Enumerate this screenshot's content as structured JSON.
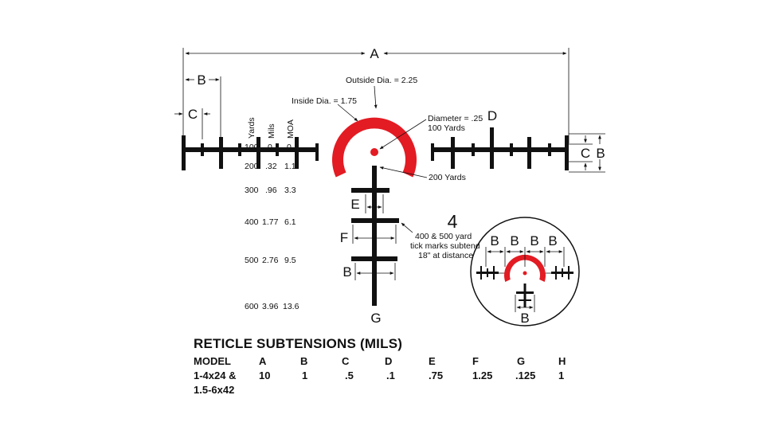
{
  "labels": {
    "A": "A",
    "B": "B",
    "C": "C",
    "D": "D",
    "E": "E",
    "F": "F",
    "G": "G",
    "big_number": "4"
  },
  "annotations": {
    "outside_dia": "Outside Dia. = 2.25",
    "inside_dia": "Inside Dia. = 1.75",
    "diameter": "Diameter = .25",
    "hundred_yards": "100 Yards",
    "two_hundred_yards": "200 Yards",
    "tick_note_1": "400 & 500 yard",
    "tick_note_2": "tick marks subtend",
    "tick_note_3": "18\" at distance"
  },
  "range_table": {
    "headers": [
      "Yards",
      "Mils",
      "MOA"
    ],
    "rows": [
      [
        "100",
        "0",
        "0"
      ],
      [
        "200",
        ".32",
        "1.1"
      ],
      [
        "300",
        ".96",
        "3.3"
      ],
      [
        "400",
        "1.77",
        "6.1"
      ],
      [
        "500",
        "2.76",
        "9.5"
      ],
      [
        "600",
        "3.96",
        "13.6"
      ]
    ]
  },
  "subtensions": {
    "title": "RETICLE SUBTENSIONS (MILS)",
    "headers": [
      "MODEL",
      "A",
      "B",
      "C",
      "D",
      "E",
      "F",
      "G",
      "H"
    ],
    "row": [
      "1-4x24 &",
      "10",
      "1",
      ".5",
      ".1",
      ".75",
      "1.25",
      ".125",
      "1"
    ],
    "row_continued": "1.5-6x42"
  },
  "colors": {
    "reticle_red": "#e31b23",
    "ink": "#111111"
  }
}
